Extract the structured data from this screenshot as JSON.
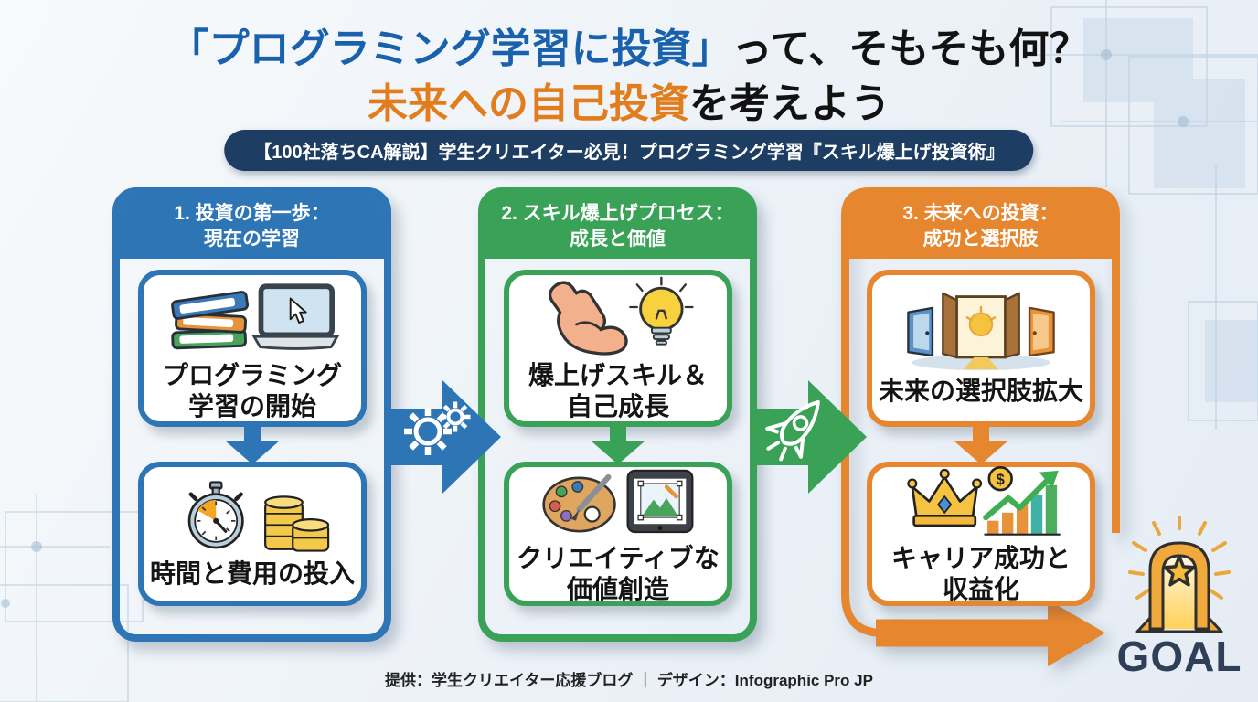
{
  "title": {
    "line1_highlight": "「プログラミング学習に投資」",
    "line1_rest": "って、そもそも何？",
    "line2_highlight": "未来への自己投資",
    "line2_rest": "を考えよう"
  },
  "subtitle_badge": "【100社落ちCA解説】学生クリエイター必見！プログラミング学習『スキル爆上げ投資術』",
  "columns": [
    {
      "accent_color": "#2e75b6",
      "header_line1": "1. 投資の第一歩：",
      "header_line2": "現在の学習",
      "boxes": [
        {
          "icon": "books-laptop-icon",
          "label_line1": "プログラミング",
          "label_line2": "学習の開始"
        },
        {
          "icon": "stopwatch-coins-icon",
          "label_line1": "時間と費用の投入",
          "label_line2": ""
        }
      ]
    },
    {
      "accent_color": "#3aa257",
      "header_line1": "2. スキル爆上げプロセス：",
      "header_line2": "成長と価値",
      "boxes": [
        {
          "icon": "muscle-lightbulb-icon",
          "label_line1": "爆上げスキル＆",
          "label_line2": "自己成長"
        },
        {
          "icon": "palette-tablet-icon",
          "label_line1": "クリエイティブな",
          "label_line2": "価値創造"
        }
      ]
    },
    {
      "accent_color": "#e6862e",
      "header_line1": "3. 未来への投資：",
      "header_line2": "成功と選択肢",
      "boxes": [
        {
          "icon": "open-doors-icon",
          "label_line1": "未来の選択肢拡大",
          "label_line2": ""
        },
        {
          "icon": "crown-chart-icon",
          "label_line1": "キャリア成功と",
          "label_line2": "収益化"
        }
      ]
    }
  ],
  "connectors": [
    {
      "icon": "gears-icon",
      "color": "#2e75b6"
    },
    {
      "icon": "rocket-icon",
      "color": "#3aa257"
    }
  ],
  "goal": {
    "label": "GOAL",
    "icon": "goal-arch-icon",
    "color": "#2e3f57"
  },
  "footer": "提供：学生クリエイター応援ブログ ｜ デザイン：Infographic Pro JP",
  "colors": {
    "title_highlight_blue": "#1961ac",
    "title_highlight_orange": "#e27d1e",
    "badge_navy": "#1d3d63",
    "column_blue": "#2e75b6",
    "column_green": "#3aa257",
    "column_orange": "#e6862e",
    "goal_navy": "#2e3f57",
    "background": "#edf2f8"
  }
}
